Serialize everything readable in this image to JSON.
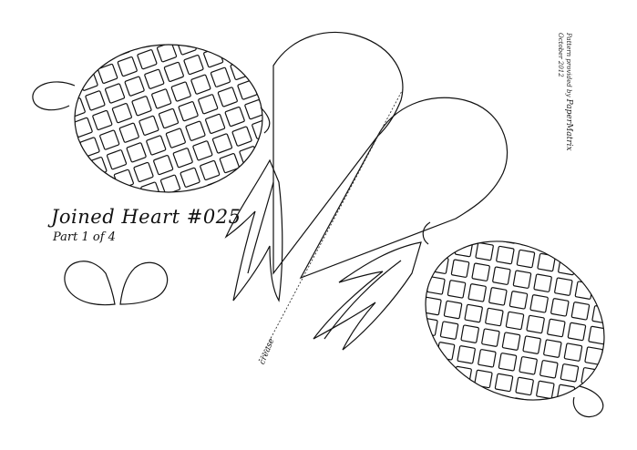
{
  "pattern": {
    "title": "Joined Heart #025",
    "subtitle": "Part 1 of 4",
    "crease_label": "crease",
    "credit_line1": "Pattern provided by",
    "credit_brand": "PaperMatrix",
    "credit_line2": "October 2012"
  },
  "colors": {
    "outline": "#111111",
    "paper": "#ffffff"
  },
  "icons": [
    "mini-heart-left-icon",
    "mini-heart-right-icon"
  ]
}
